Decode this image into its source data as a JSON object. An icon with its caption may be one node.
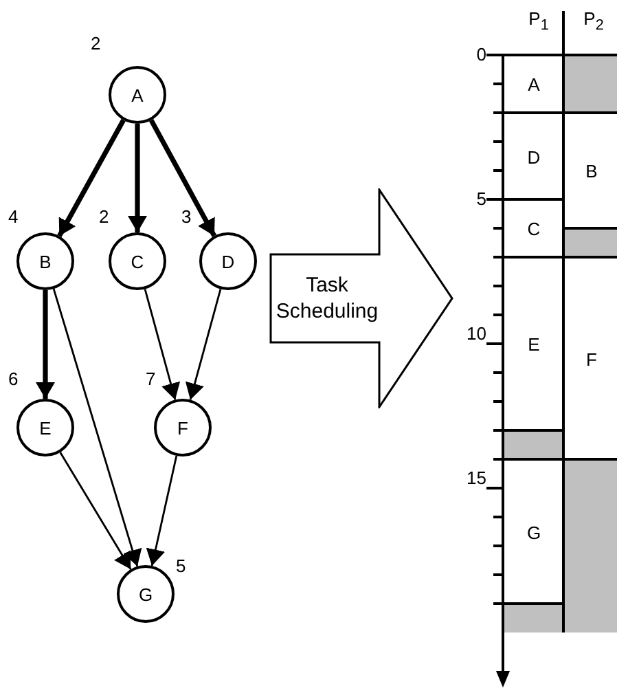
{
  "diagram": {
    "nodes": [
      {
        "text": [
          "A"
        ],
        "beside": [
          "2"
        ]
      },
      {
        "text": [
          "B"
        ],
        "beside": [
          "4"
        ]
      },
      {
        "text": [
          "C"
        ],
        "beside": [
          "2"
        ]
      },
      {
        "text": [
          "D"
        ],
        "beside": [
          "3"
        ]
      },
      {
        "text": [
          "E"
        ],
        "beside": [
          "6"
        ]
      },
      {
        "text": [
          "F"
        ],
        "beside": [
          "7"
        ]
      },
      {
        "text": [
          "G"
        ],
        "beside": [
          "5"
        ]
      },
      {
        "text": [
          "Task Scheduling"
        ]
      },
      {
        "text": [
          "A"
        ]
      },
      {
        "text": [],
        "shape": "box"
      },
      {
        "text": [
          "D"
        ]
      },
      {
        "text": [
          "B"
        ]
      },
      {
        "text": [
          "C"
        ]
      },
      {
        "text": [],
        "shape": "box"
      },
      {
        "text": [
          "E"
        ]
      },
      {
        "text": [
          "F"
        ]
      },
      {
        "text": [],
        "shape": "box"
      },
      {
        "text": [
          "G"
        ]
      },
      {
        "text": [],
        "shape": "box"
      },
      {
        "text": [],
        "shape": "box"
      }
    ],
    "edges": [
      {
        "from": 0,
        "to": 1,
        "arrow": "to",
        "style": "thick"
      },
      {
        "from": 0,
        "to": 2,
        "arrow": "to",
        "style": "thick"
      },
      {
        "from": 0,
        "to": 3,
        "arrow": "to",
        "style": "thick"
      },
      {
        "from": 1,
        "to": 4,
        "arrow": "to",
        "style": "thick"
      },
      {
        "from": 1,
        "to": 6,
        "arrow": "to"
      },
      {
        "from": 2,
        "to": 5,
        "arrow": "to"
      },
      {
        "from": 3,
        "to": 5,
        "arrow": "to"
      },
      {
        "from": 4,
        "to": 6,
        "arrow": "to"
      },
      {
        "from": 5,
        "to": 6,
        "arrow": "to"
      }
    ],
    "labels": [
      "P$_{1}$",
      "P$_{2}$",
      "0",
      "5",
      "10",
      "15"
    ]
  }
}
